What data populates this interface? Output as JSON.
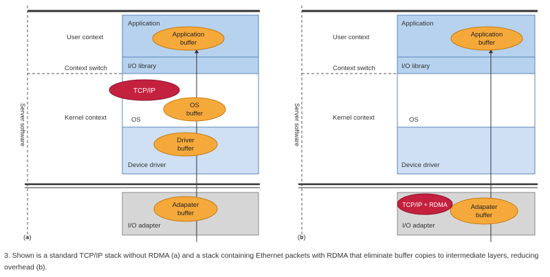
{
  "colors": {
    "layer_fill": "#b7d2ee",
    "layer_fill_light": "#cfe0f4",
    "layer_stroke": "#5a86b8",
    "buffer_fill": "#f6a93b",
    "buffer_stroke": "#c47a12",
    "protocol_fill": "#c4213f",
    "adapter_fill": "#d6d6d6",
    "rule": "#333333"
  },
  "panels": [
    {
      "id": "a",
      "panel_label": "(a)",
      "side_label": "Server software",
      "context_labels": {
        "user": "User context",
        "switch": "Context switch",
        "kernel": "Kernel context"
      },
      "layers": {
        "application": "Application",
        "io_library": "I/O library",
        "os": "OS",
        "device_driver": "Device driver",
        "io_adapter": "I/O adapter"
      },
      "buffers": {
        "application": [
          "Application",
          "buffer"
        ],
        "os": [
          "OS",
          "buffer"
        ],
        "driver": [
          "Driver",
          "buffer"
        ],
        "adapter": [
          "Adapater",
          "buffer"
        ]
      },
      "protocol": "TCP/IP"
    },
    {
      "id": "b",
      "panel_label": "(b)",
      "side_label": "Server software",
      "context_labels": {
        "user": "User context",
        "switch": "Context switch",
        "kernel": "Kernel context"
      },
      "layers": {
        "application": "Application",
        "io_library": "I/O library",
        "os": "OS",
        "device_driver": "Device driver",
        "io_adapter": "I/O adapter"
      },
      "buffers": {
        "application": [
          "Application",
          "buffer"
        ],
        "adapter": [
          "Adapater",
          "buffer"
        ]
      },
      "protocol": "TCP/IP + RDMA"
    }
  ],
  "caption": "3. Shown is a standard TCP/IP stack without RDMA (a) and a stack containing Ethernet packets with RDMA that eliminate buffer copies to intermediate layers, reducing overhead (b)."
}
